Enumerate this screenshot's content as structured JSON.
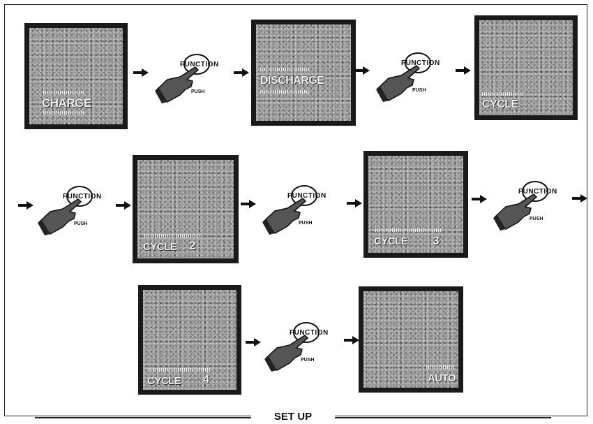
{
  "screens": {
    "charge": "CHARGE",
    "discharge": "DISCHARGE",
    "cycle1": "CYCLE",
    "cycle2": "CYCLE",
    "cycle2_num": "2",
    "cycle3": "CYCLE",
    "cycle3_num": "3",
    "cycle4": "CYCLE",
    "cycle4_num": "4",
    "auto": "AUTO"
  },
  "function_label": "FUNCTION",
  "push_label": "PUSH",
  "title": "SET UP"
}
